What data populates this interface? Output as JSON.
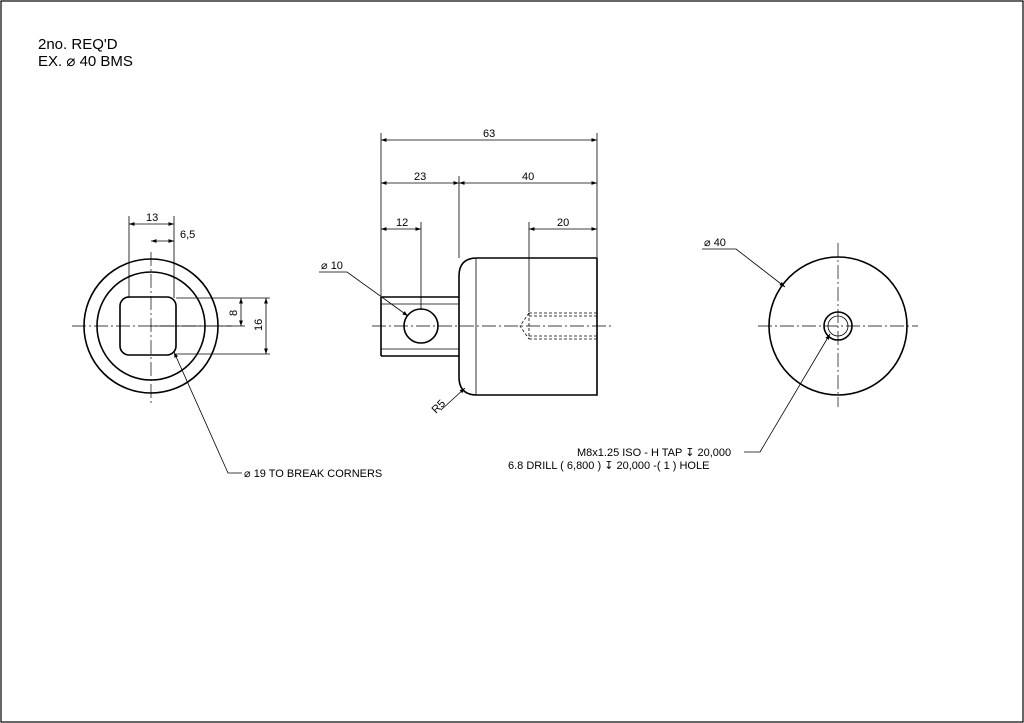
{
  "notes": {
    "quantity": "2no. REQ'D",
    "material_prefix": "EX.",
    "material_size": "40 BMS"
  },
  "dimensions": {
    "overall_length": "63",
    "shank_length": "23",
    "body_length": "40",
    "hole_offset": "12",
    "tap_depth": "20",
    "square_width": "13",
    "square_half": "6,5",
    "square_height_small": "8",
    "square_height": "16",
    "pin_hole_dia": "10",
    "body_dia": "40",
    "fillet_radius": "R5"
  },
  "callouts": {
    "break_corners": "19 TO BREAK CORNERS",
    "tap_line1": "M8x1.25 ISO - H TAP",
    "tap_line1_depth": "20,000",
    "drill_line2": "6.8 DRILL ( 6,800 )",
    "drill_line2_depth": "20,000  -( 1 ) HOLE"
  },
  "symbols": {
    "diameter": "⌀",
    "depth": "↧"
  }
}
